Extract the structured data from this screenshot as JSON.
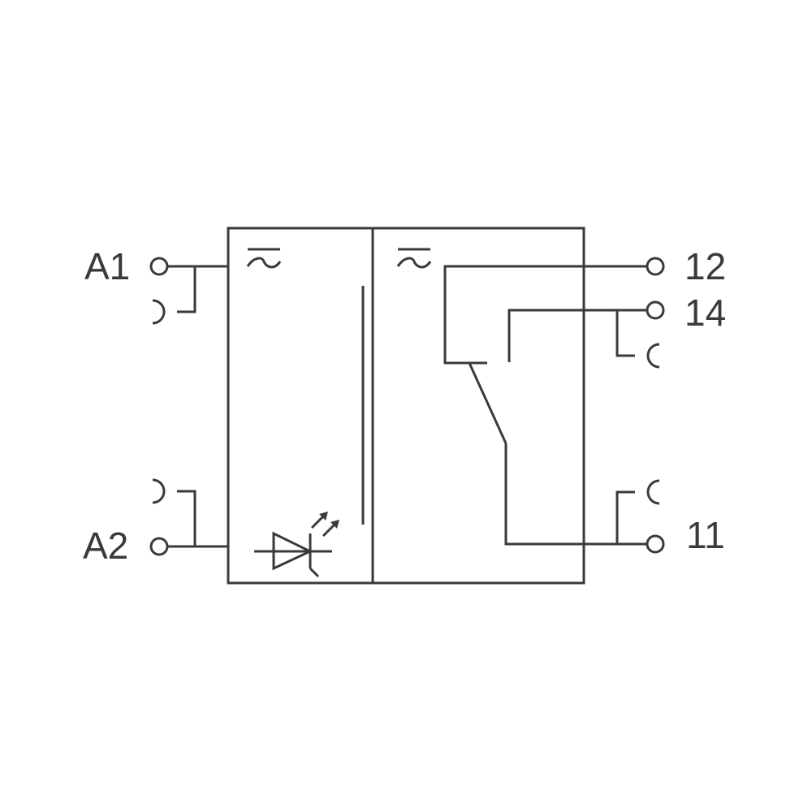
{
  "terminals": {
    "a1": "A1",
    "a2": "A2",
    "t12": "12",
    "t14": "14",
    "t11": "11"
  },
  "colors": {
    "line": "#3a3a3a",
    "background": "#ffffff"
  },
  "icons": {
    "ac_symbol": "tilde-overline-icon",
    "led": "led-diode-icon"
  }
}
